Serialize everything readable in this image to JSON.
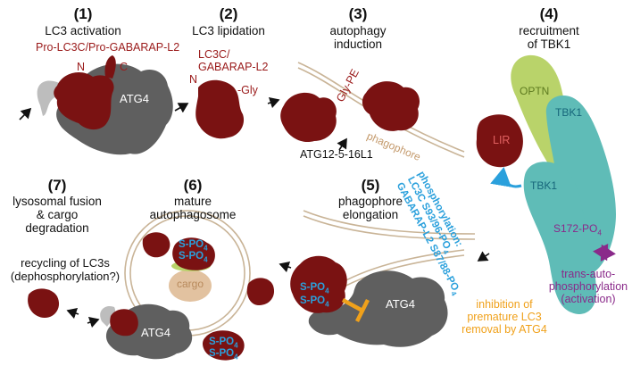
{
  "steps": [
    {
      "number": "(1)",
      "title": "LC3 activation"
    },
    {
      "number": "(2)",
      "title": "LC3 lipidation"
    },
    {
      "number": "(3)",
      "title": "autophagy induction"
    },
    {
      "number": "(4)",
      "title": "recruitment of TBK1"
    },
    {
      "number": "(5)",
      "title": "phagophore elongation"
    },
    {
      "number": "(6)",
      "title": "mature autophagosome"
    },
    {
      "number": "(7)",
      "title": "lysosomal fusion & cargo degradation"
    }
  ],
  "labels": {
    "pro_lc3": "Pro-LC3C/Pro-GABARAP-L2",
    "n1": "N",
    "c1": "C",
    "atg4_1": "ATG4",
    "lc3c_line1": "LC3C/",
    "lc3c_line2": "GABARAP-L2",
    "n2": "N",
    "gly": "-Gly",
    "gly_pe": "Gly-PE",
    "atg12": "ATG12-5-16L1",
    "phagophore": "phagophore",
    "optn": "OPTN",
    "tbk1_top": "TBK1",
    "tbk1_mid": "TBK1",
    "lir": "LIR",
    "s172": "S172-PO",
    "phos_line1": "phosphorylation:",
    "phos_line2": "LC3C S93/96-PO",
    "phos_line3": "GABARAP-L2 S87/88-PO",
    "trans_line1": "trans-auto-",
    "trans_line2": "phosphorylation",
    "trans_line3": "(activation)",
    "inhib_line1": "inhibition of",
    "inhib_line2": "premature LC3",
    "inhib_line3": "removal by ATG4",
    "spo_5a": "S-PO",
    "spo_5b": "S-PO",
    "atg4_5": "ATG4",
    "spo_6a": "S-PO",
    "spo_6b": "S-PO",
    "cargo": "cargo",
    "spo_bot_a": "S-PO",
    "spo_bot_b": "S-PO",
    "atg4_7": "ATG4",
    "recycle_line1": "recycling of LC3s",
    "recycle_line2": "(dephosphorylation?)",
    "sub4": "4"
  },
  "colors": {
    "lc3": "#7a1212",
    "atg4": "#5f5f5f",
    "optn": "#b9d36a",
    "tbk1": "#5fbcb7",
    "blue": "#2aa0dc",
    "purple": "#8a2a8a",
    "orange": "#f0a11b",
    "cargo": "#e2c2a0",
    "membrane": "#c9b497"
  }
}
